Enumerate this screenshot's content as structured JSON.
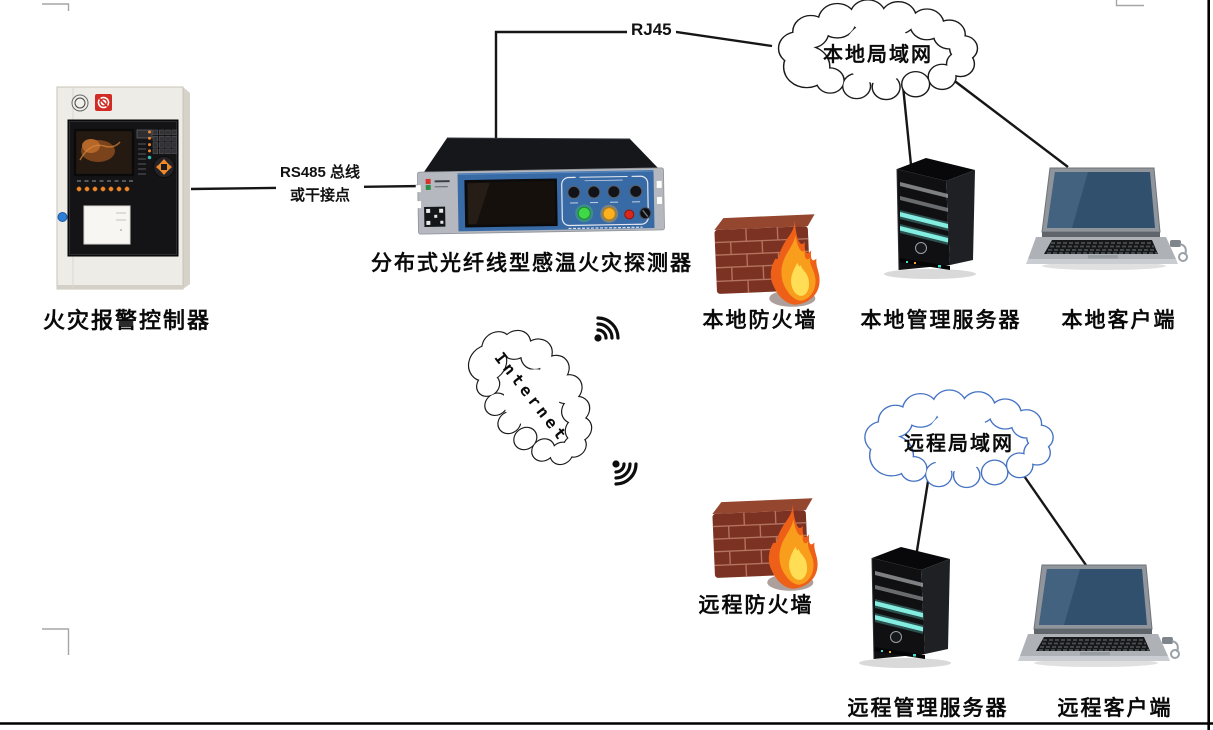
{
  "diagram": {
    "title_context": "fire-alarm-networking-topology",
    "labels": {
      "controller": "火灾报警控制器",
      "detector": "分布式光纤线型感温火灾探测器",
      "local_firewall": "本地防火墙",
      "local_server": "本地管理服务器",
      "local_client": "本地客户端",
      "remote_firewall": "远程防火墙",
      "remote_server": "远程管理服务器",
      "remote_client": "远程客户端"
    },
    "clouds": {
      "local_lan": {
        "label": "本地局域网",
        "outline": "#1a1a1a"
      },
      "internet": {
        "label": "Internet",
        "outline": "#1a1a1a"
      },
      "remote_lan": {
        "label": "远程局域网",
        "outline": "#4472C4"
      }
    },
    "connections": {
      "rs485_line1": "RS485 总线",
      "rs485_line2": "或干接点",
      "rj45": "RJ45"
    },
    "icons": {
      "firewall": "brick-wall-with-flame",
      "server": "black-tower-server",
      "client": "laptop",
      "wireless": "wifi-signal"
    },
    "colors": {
      "line": "#161616",
      "brick": "#7c3222",
      "flame": "#f29a1c",
      "server_led": "#8ff0e6",
      "laptop_screen": "#31506e",
      "remote_cloud": "#4472C4"
    }
  }
}
